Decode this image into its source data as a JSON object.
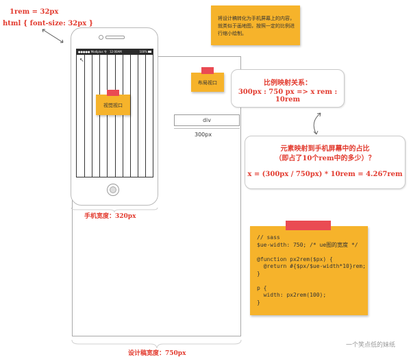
{
  "top_left_labels": {
    "rem": "1rem = 32px",
    "html": "html { font-size: 32px }"
  },
  "top_note": {
    "text": "将设计稿转化为手机屏幕上的内容，就类似于画地图，按照一定的比例进行缩小绘制。"
  },
  "phone": {
    "status_left": "●●●●● Modiplus 令",
    "status_time": "12:00AM",
    "status_right": "100%",
    "viewport_label": "视觉视口",
    "width_label": "手机宽度：320px"
  },
  "layout_viewport_label": "布局视口",
  "div_box": {
    "label": "div",
    "width_label": "300px"
  },
  "bubble_ratio": {
    "title": "比例映射关系：",
    "formula": "300px : 750 px => x rem : 10rem"
  },
  "bubble_element": {
    "line1": "元素映射到手机屏幕中的占比",
    "line2": "（即占了10个rem中的多少）？",
    "formula": "x = (300px / 750px) * 10rem = 4.267rem"
  },
  "code_note": {
    "lines": [
      "// sass",
      "$ue-width: 750; /* ue图的宽度 */",
      "",
      "@function px2rem($px) {",
      "  @return #{$px/$ue-width*10}rem;",
      "}",
      "",
      "p {",
      "  width: px2rem(100);",
      "}"
    ]
  },
  "design_width_label": "设计稿宽度：750px",
  "watermark": "一个笑点低的妹纸",
  "colors": {
    "accent_red": "#e23a2e",
    "sticky_yellow": "#f6b32b",
    "tape_red": "#ea4b53"
  }
}
